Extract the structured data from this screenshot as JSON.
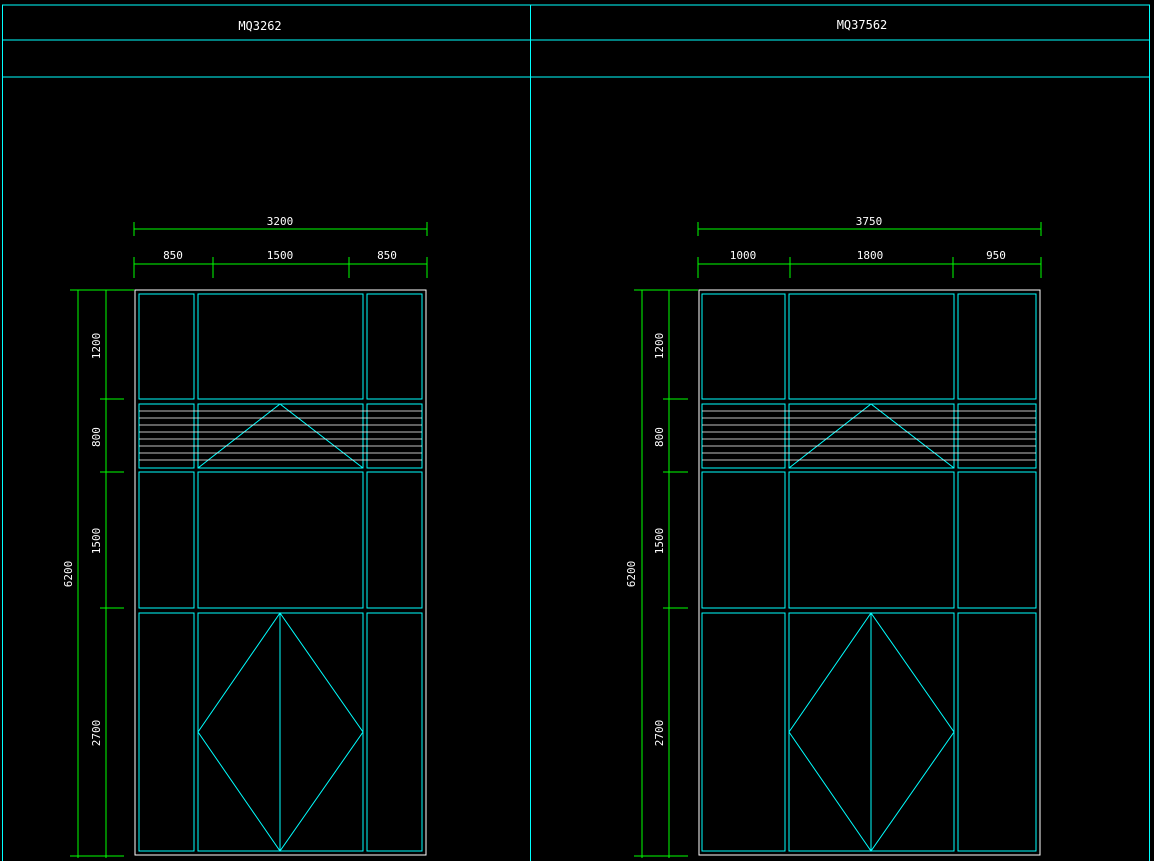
{
  "header": {
    "left_title": "MQ3262",
    "right_title": "MQ37562"
  },
  "drawings": [
    {
      "name": "MQ3262",
      "overall_width": "3200",
      "col_widths": [
        "850",
        "1500",
        "850"
      ],
      "overall_height": "6200",
      "row_heights": [
        "1200",
        "800",
        "1500",
        "2700"
      ]
    },
    {
      "name": "MQ37562",
      "overall_width": "3750",
      "col_widths": [
        "1000",
        "1800",
        "950"
      ],
      "overall_height": "6200",
      "row_heights": [
        "1200",
        "800",
        "1500",
        "2700"
      ]
    }
  ],
  "colors": {
    "background": "#000000",
    "frame": "#00ffff",
    "dimension": "#00ff00",
    "outline": "#ffffff"
  }
}
